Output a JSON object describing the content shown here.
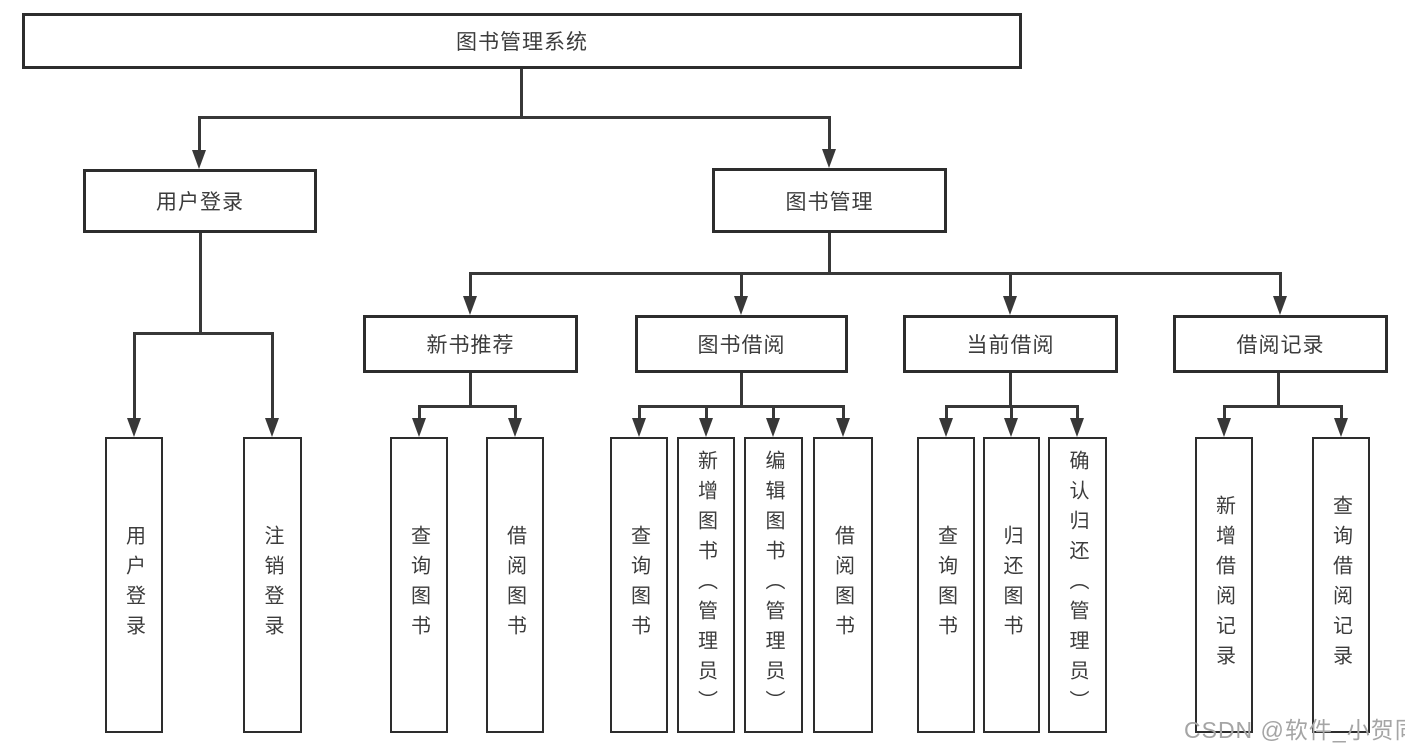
{
  "tree": {
    "root": {
      "label": "图书管理系统",
      "children": [
        {
          "label": "用户登录",
          "children": [
            {
              "label": "用户登录"
            },
            {
              "label": "注销登录"
            }
          ]
        },
        {
          "label": "图书管理",
          "children": [
            {
              "label": "新书推荐",
              "children": [
                {
                  "label": "查询图书"
                },
                {
                  "label": "借阅图书"
                }
              ]
            },
            {
              "label": "图书借阅",
              "children": [
                {
                  "label": "查询图书"
                },
                {
                  "label": "新增图书（管理员）"
                },
                {
                  "label": "编辑图书（管理员）"
                },
                {
                  "label": "借阅图书"
                }
              ]
            },
            {
              "label": "当前借阅",
              "children": [
                {
                  "label": "查询图书"
                },
                {
                  "label": "归还图书"
                },
                {
                  "label": "确认归还（管理员）"
                }
              ]
            },
            {
              "label": "借阅记录",
              "children": [
                {
                  "label": "新增借阅记录"
                },
                {
                  "label": "查询借阅记录"
                }
              ]
            }
          ]
        }
      ]
    }
  },
  "watermark": "CSDN @软件_小贺同学",
  "colors": {
    "line": "#383838",
    "border": "#2d2d2d",
    "text": "#3c3c3c",
    "watermark": "#a5a5a5",
    "background": "#ffffff"
  }
}
